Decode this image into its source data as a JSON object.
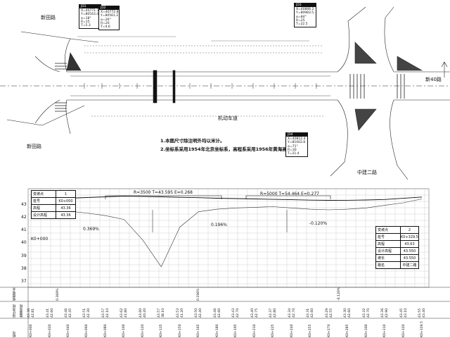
{
  "plan": {
    "road_labels": {
      "top_left": "新田路",
      "bottom_left": "新田路",
      "right": "新40路",
      "bottom_right": "中建二路",
      "center_marker": "机动车道"
    },
    "notes": [
      "1.本图尺寸除注明外均以米计。",
      "2.坐标系采用1954年北京坐标系，高程系采用1956年黄海高程系。"
    ],
    "top_boxes": {
      "left_a": [
        "JD1",
        "X=40771.3",
        "Y=80543.4",
        "α=18°",
        "R=15",
        "T=5.3"
      ],
      "left_b": [
        "JD2",
        "X=40772.8",
        "Y=80561.2",
        "α=26°",
        "R=20",
        "T=4.6"
      ],
      "right_a": [
        "JD3",
        "X=40806.2",
        "Y=80983.5",
        "α=84°",
        "R=25",
        "T=22.5"
      ],
      "right_b": [
        "JD4",
        "X=40812.4",
        "Y=81002.8",
        "α=71°",
        "R=30",
        "T=21.4"
      ]
    }
  },
  "profile": {
    "start_box": {
      "title": "变坡点",
      "title_value": "1",
      "rows": [
        [
          "桩号",
          "K0+000"
        ],
        [
          "高程",
          "43.36"
        ],
        [
          "设计高程",
          "43.36"
        ]
      ]
    },
    "end_box": {
      "title": "变坡点",
      "title_value": "2",
      "rows": [
        [
          "桩号",
          "K0+329.5"
        ],
        [
          "高程",
          "43.63"
        ],
        [
          "设计高程",
          "43.550"
        ],
        [
          "坡长",
          "43.550"
        ],
        [
          "路名",
          "中建二路"
        ]
      ]
    },
    "curve_labels": [
      "R=3500 T=43.595 E=0.268",
      "R=5000 T=54.464 E=0.277"
    ],
    "axis_ticks": [
      "43",
      "42",
      "41",
      "40",
      "39",
      "38",
      "37"
    ],
    "left_caption": "K0+000",
    "row_headers": [
      "坡度坡长",
      "设计高程",
      "地面高程",
      "桩号"
    ],
    "grade_labels": [
      "0.369%",
      "0.196%",
      "-0.120%"
    ],
    "design_elev": [
      "43.36",
      "43.41",
      "43.46",
      "43.51",
      "43.57",
      "43.62",
      "43.60",
      "43.57",
      "43.53",
      "43.50",
      "43.46",
      "43.43",
      "43.40",
      "43.37",
      "43.34",
      "43.31",
      "43.29",
      "43.30",
      "43.32",
      "43.36",
      "43.45",
      "43.55"
    ],
    "ground_elev": [
      "42.81",
      "42.60",
      "42.45",
      "42.30",
      "42.10",
      "41.80",
      "40.20",
      "38.10",
      "41.20",
      "42.40",
      "42.60",
      "42.70",
      "42.75",
      "42.80",
      "42.70",
      "42.60",
      "42.55",
      "42.60",
      "42.70",
      "42.90",
      "43.10",
      "43.40"
    ],
    "stations": [
      "K0+000",
      "K0+020",
      "K0+040",
      "K0+060",
      "K0+080",
      "K0+100",
      "K0+120",
      "K0+135",
      "K0+150",
      "K0+165",
      "K0+180",
      "K0+195",
      "K0+210",
      "K0+225",
      "K0+240",
      "K0+255",
      "K0+270",
      "K0+285",
      "K0+300",
      "K0+310",
      "K0+320",
      "K0+329.5"
    ]
  }
}
